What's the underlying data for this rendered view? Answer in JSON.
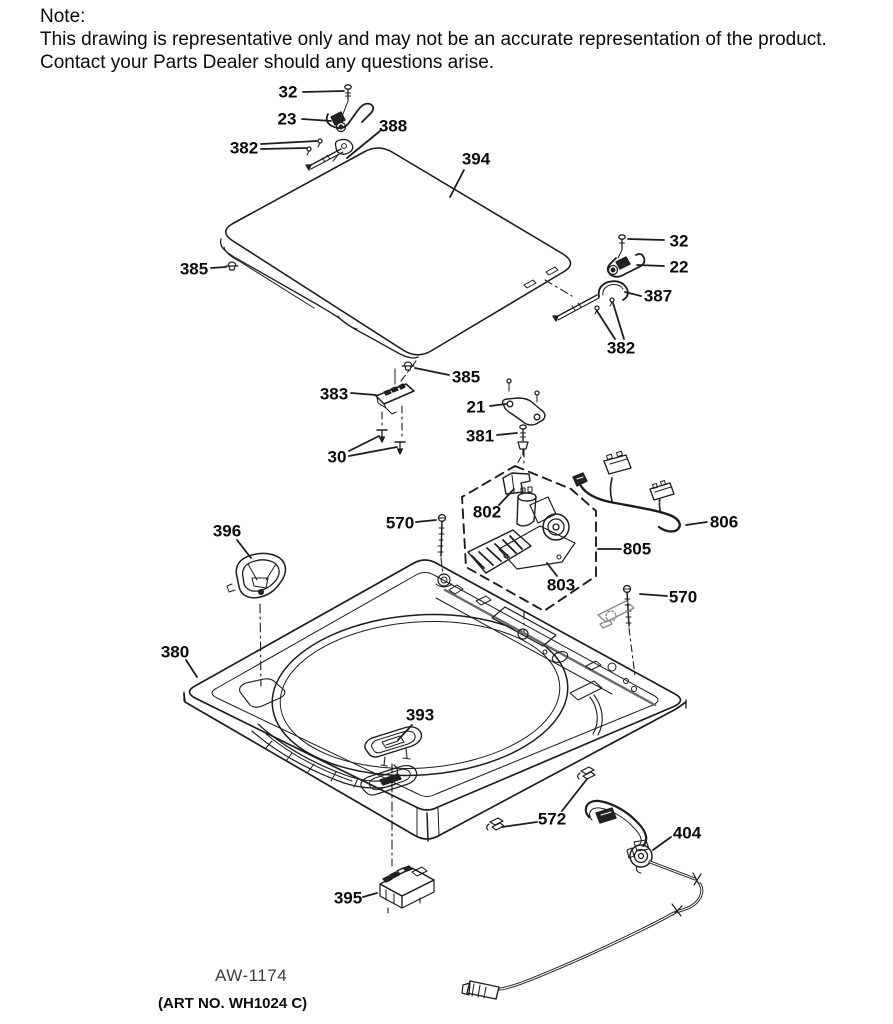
{
  "note": {
    "title": "Note:",
    "line1": "This drawing is representative only and may not be an accurate representation of the product.",
    "line2": "Contact your Parts Dealer should any questions arise."
  },
  "footer": {
    "drawing_number": "AW-1174",
    "art_number": "(ART NO. WH1024 C)"
  },
  "diagram": {
    "type": "exploded-parts-diagram",
    "subject": "washer lid and top panel assembly",
    "colors": {
      "line": "#1d1d1d",
      "background": "#ffffff"
    },
    "part_labels": [
      {
        "id": "screw-32-top",
        "text": "32"
      },
      {
        "id": "hinge-23",
        "text": "23"
      },
      {
        "id": "grommet-388",
        "text": "388"
      },
      {
        "id": "pins-382-left",
        "text": "382"
      },
      {
        "id": "lid-394",
        "text": "394"
      },
      {
        "id": "screw-32-right",
        "text": "32"
      },
      {
        "id": "hinge-22",
        "text": "22"
      },
      {
        "id": "spring-387",
        "text": "387"
      },
      {
        "id": "pins-382-right",
        "text": "382"
      },
      {
        "id": "clip-385-left",
        "text": "385"
      },
      {
        "id": "clip-385-mid",
        "text": "385"
      },
      {
        "id": "lock-383",
        "text": "383"
      },
      {
        "id": "screws-30",
        "text": "30"
      },
      {
        "id": "bracket-21",
        "text": "21"
      },
      {
        "id": "screw-381",
        "text": "381"
      },
      {
        "id": "bracket-802",
        "text": "802"
      },
      {
        "id": "screw-570-left",
        "text": "570"
      },
      {
        "id": "harness-806",
        "text": "806"
      },
      {
        "id": "assembly-805",
        "text": "805"
      },
      {
        "id": "lock-803",
        "text": "803"
      },
      {
        "id": "screw-570-right",
        "text": "570"
      },
      {
        "id": "cup-396",
        "text": "396"
      },
      {
        "id": "panel-380",
        "text": "380"
      },
      {
        "id": "latch-393",
        "text": "393"
      },
      {
        "id": "clips-572",
        "text": "572"
      },
      {
        "id": "switch-404",
        "text": "404"
      },
      {
        "id": "switch-395",
        "text": "395"
      }
    ]
  }
}
